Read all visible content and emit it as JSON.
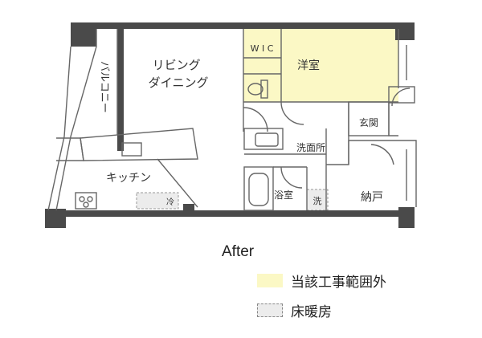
{
  "rooms": {
    "living": [
      "リビング",
      "ダイニング"
    ],
    "balcony": "バルコニー",
    "kitchen": "キッチン",
    "wic": "W I C",
    "western": "洋室",
    "entrance": "玄関",
    "washroom": "洗面所",
    "bath": "浴室",
    "closet": "納戸",
    "fridge": "冷",
    "washer": "洗"
  },
  "caption": "After",
  "legend": [
    {
      "label": "当該工事範囲外",
      "color": "#fbf8c5",
      "border": "#fbf8c5",
      "style": "solid"
    },
    {
      "label": "床暖房",
      "color": "#ececec",
      "border": "#888888",
      "style": "dashed"
    }
  ],
  "colors": {
    "wall": "#4a4a4a",
    "line": "#666666",
    "highlight": "#fbf8c5"
  }
}
